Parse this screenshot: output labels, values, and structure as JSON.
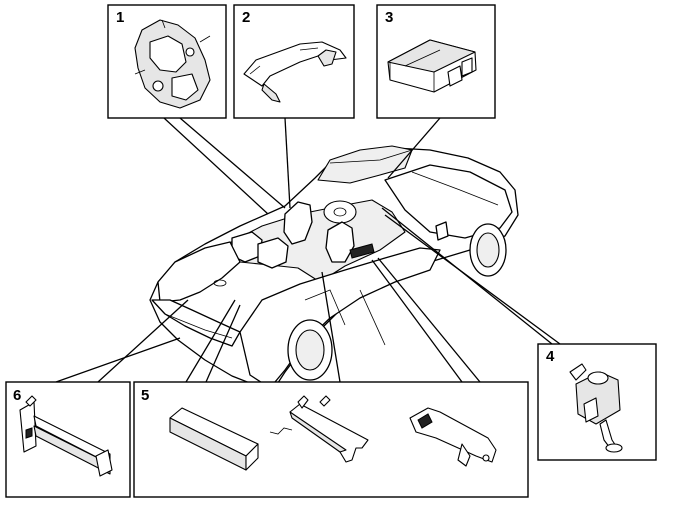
{
  "callouts": [
    {
      "number": "1",
      "part_icon": "door-lock-mechanism-icon"
    },
    {
      "number": "2",
      "part_icon": "door-handle-icon"
    },
    {
      "number": "3",
      "part_icon": "control-module-icon"
    },
    {
      "number": "4",
      "part_icon": "pedal-switch-icon"
    },
    {
      "number": "5",
      "part_icons": [
        "antenna-bar-icon",
        "interior-antenna-icon",
        "antenna-bracket-icon"
      ]
    },
    {
      "number": "6",
      "part_icon": "rear-antenna-icon"
    }
  ],
  "illustration": {
    "subject": "convertible-car-icon",
    "line_color": "#000000",
    "background": "#ffffff"
  }
}
